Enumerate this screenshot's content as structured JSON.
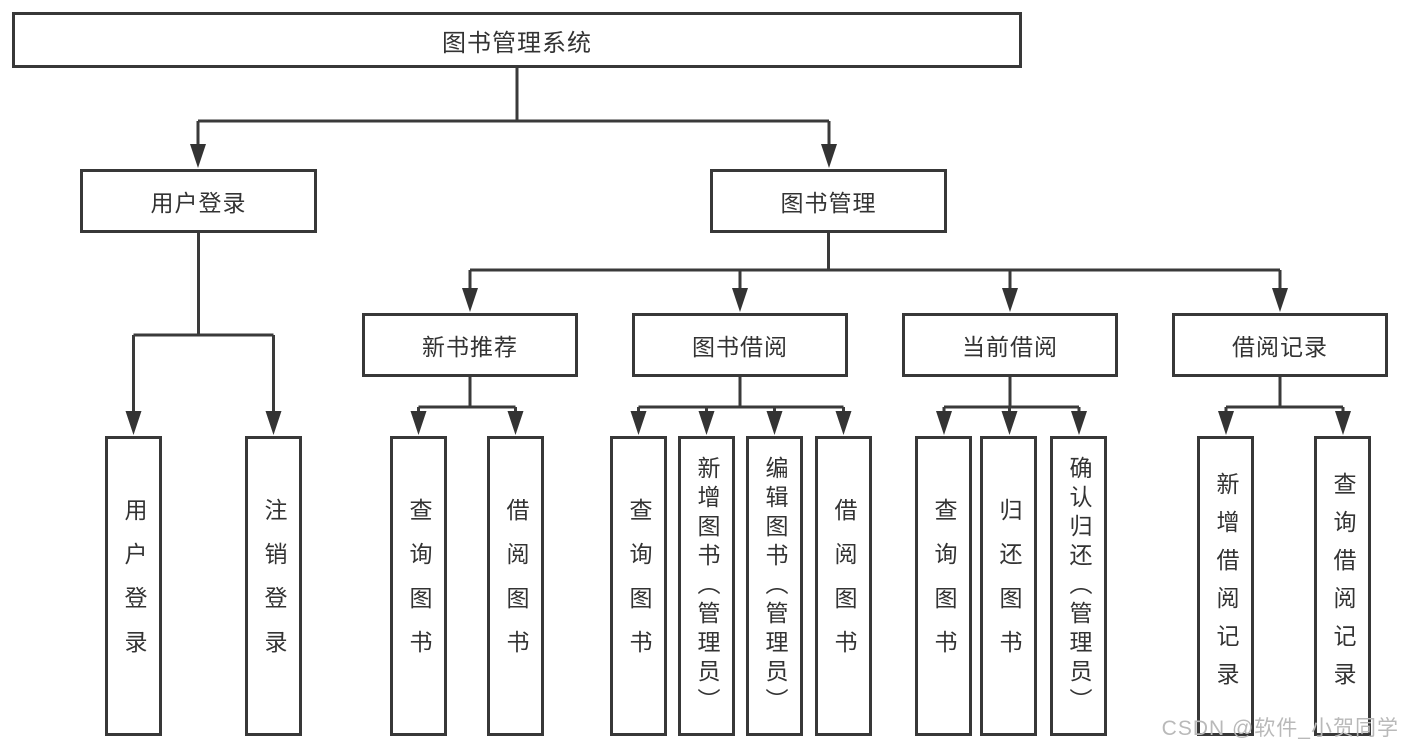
{
  "tree": {
    "label": "图书管理系统",
    "children": [
      {
        "label": "用户登录",
        "children": [
          {
            "label": "用户登录"
          },
          {
            "label": "注销登录"
          }
        ]
      },
      {
        "label": "图书管理",
        "children": [
          {
            "label": "新书推荐",
            "children": [
              {
                "label": "查询图书"
              },
              {
                "label": "借阅图书"
              }
            ]
          },
          {
            "label": "图书借阅",
            "children": [
              {
                "label": "查询图书"
              },
              {
                "label": "新增图书（管理员）"
              },
              {
                "label": "编辑图书（管理员）"
              },
              {
                "label": "借阅图书"
              }
            ]
          },
          {
            "label": "当前借阅",
            "children": [
              {
                "label": "查询图书"
              },
              {
                "label": "归还图书"
              },
              {
                "label": "确认归还（管理员）"
              }
            ]
          },
          {
            "label": "借阅记录",
            "children": [
              {
                "label": "新增借阅记录"
              },
              {
                "label": "查询借阅记录"
              }
            ]
          }
        ]
      }
    ]
  },
  "watermark": "CSDN @软件_小贺同学",
  "colors": {
    "line": "#3a3a3a",
    "border": "#383838",
    "text": "#333333",
    "watermark": "#b9b9b9",
    "background": "#ffffff"
  }
}
